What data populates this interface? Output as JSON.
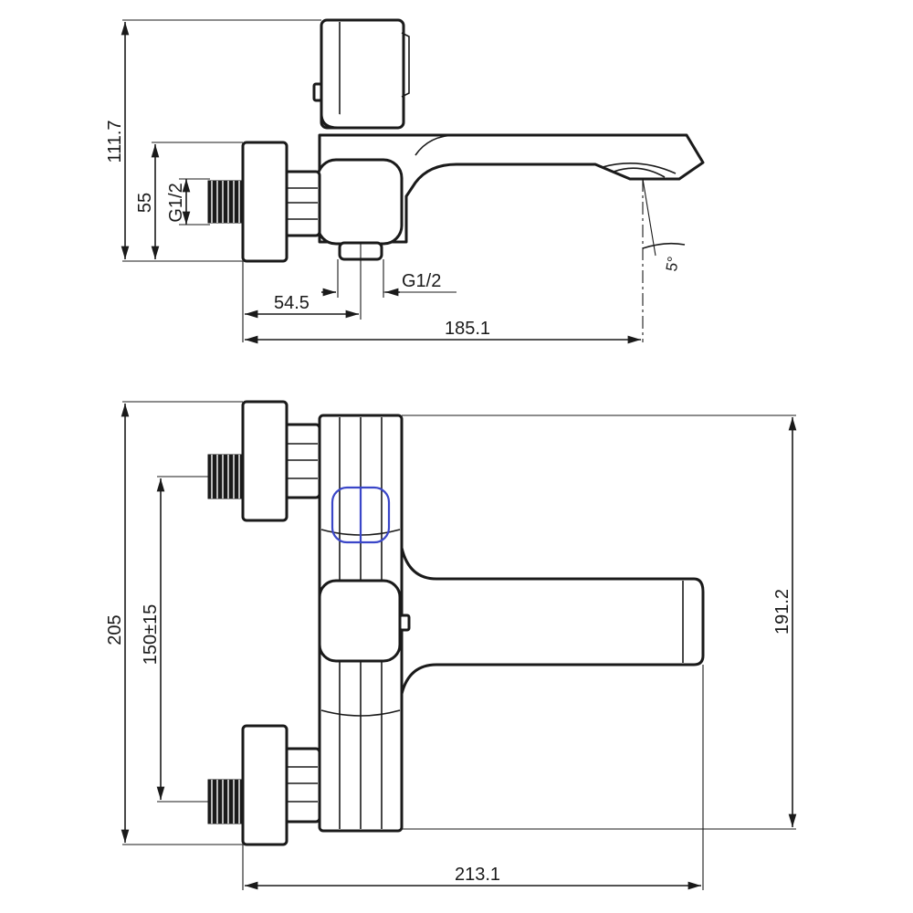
{
  "top_view": {
    "dim_height_total": "111.7",
    "dim_inlet_height": "55",
    "thread_inlet": "G1/2",
    "thread_outlet": "G1/2",
    "dim_offset": "54.5",
    "dim_spout_reach": "185.1",
    "angle_label": "5°"
  },
  "front_view": {
    "dim_overall_height": "205",
    "dim_centers": "150±15",
    "dim_body_height": "191.2",
    "dim_overall_width": "213.1"
  },
  "colors": {
    "line": "#1a1a1a",
    "highlight": "#3a46c8"
  }
}
